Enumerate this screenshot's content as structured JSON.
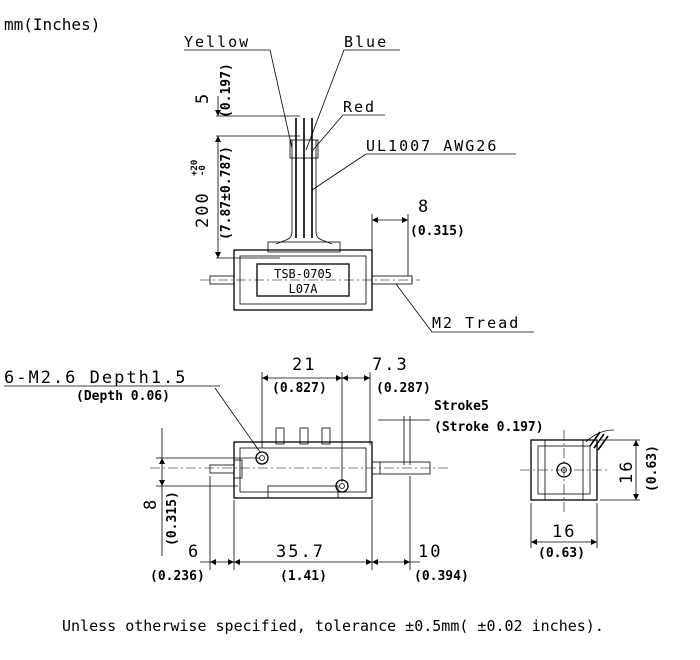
{
  "units_label": "mm(Inches)",
  "wires": {
    "yellow": "Yellow",
    "blue": "Blue",
    "red": "Red",
    "spec": "UL1007 AWG26"
  },
  "dims": {
    "lead_stub": "5",
    "lead_stub_in": "(0.197)",
    "lead_len": "200",
    "lead_len_tol_plus": "+20",
    "lead_len_tol_minus": "-0",
    "lead_len_in": "(7.87±0.787)",
    "shaft_ext": "8",
    "shaft_ext_in": "(0.315)",
    "thread": "M2 Tread",
    "holes": "6-M2.6 Depth1.5",
    "holes_in": "(Depth 0.06)",
    "hole_pitch": "21",
    "hole_pitch_in": "(0.827)",
    "hole_offset": "7.3",
    "hole_offset_in": "(0.287)",
    "stroke": "Stroke5",
    "stroke_in": "(Stroke 0.197)",
    "height": "8",
    "height_in": "(0.315)",
    "left_ext": "6",
    "left_ext_in": "(0.236)",
    "body_len": "35.7",
    "body_len_in": "(1.41)",
    "right_ext": "10",
    "right_ext_in": "(0.394)",
    "end_h": "16",
    "end_h_in": "(0.63)",
    "end_w": "16",
    "end_w_in": "(0.63)"
  },
  "label_plate": {
    "line1": "TSB-0705",
    "line2": "L07A"
  },
  "footnote": "Unless otherwise specified, tolerance ±0.5mm( ±0.02 inches)."
}
